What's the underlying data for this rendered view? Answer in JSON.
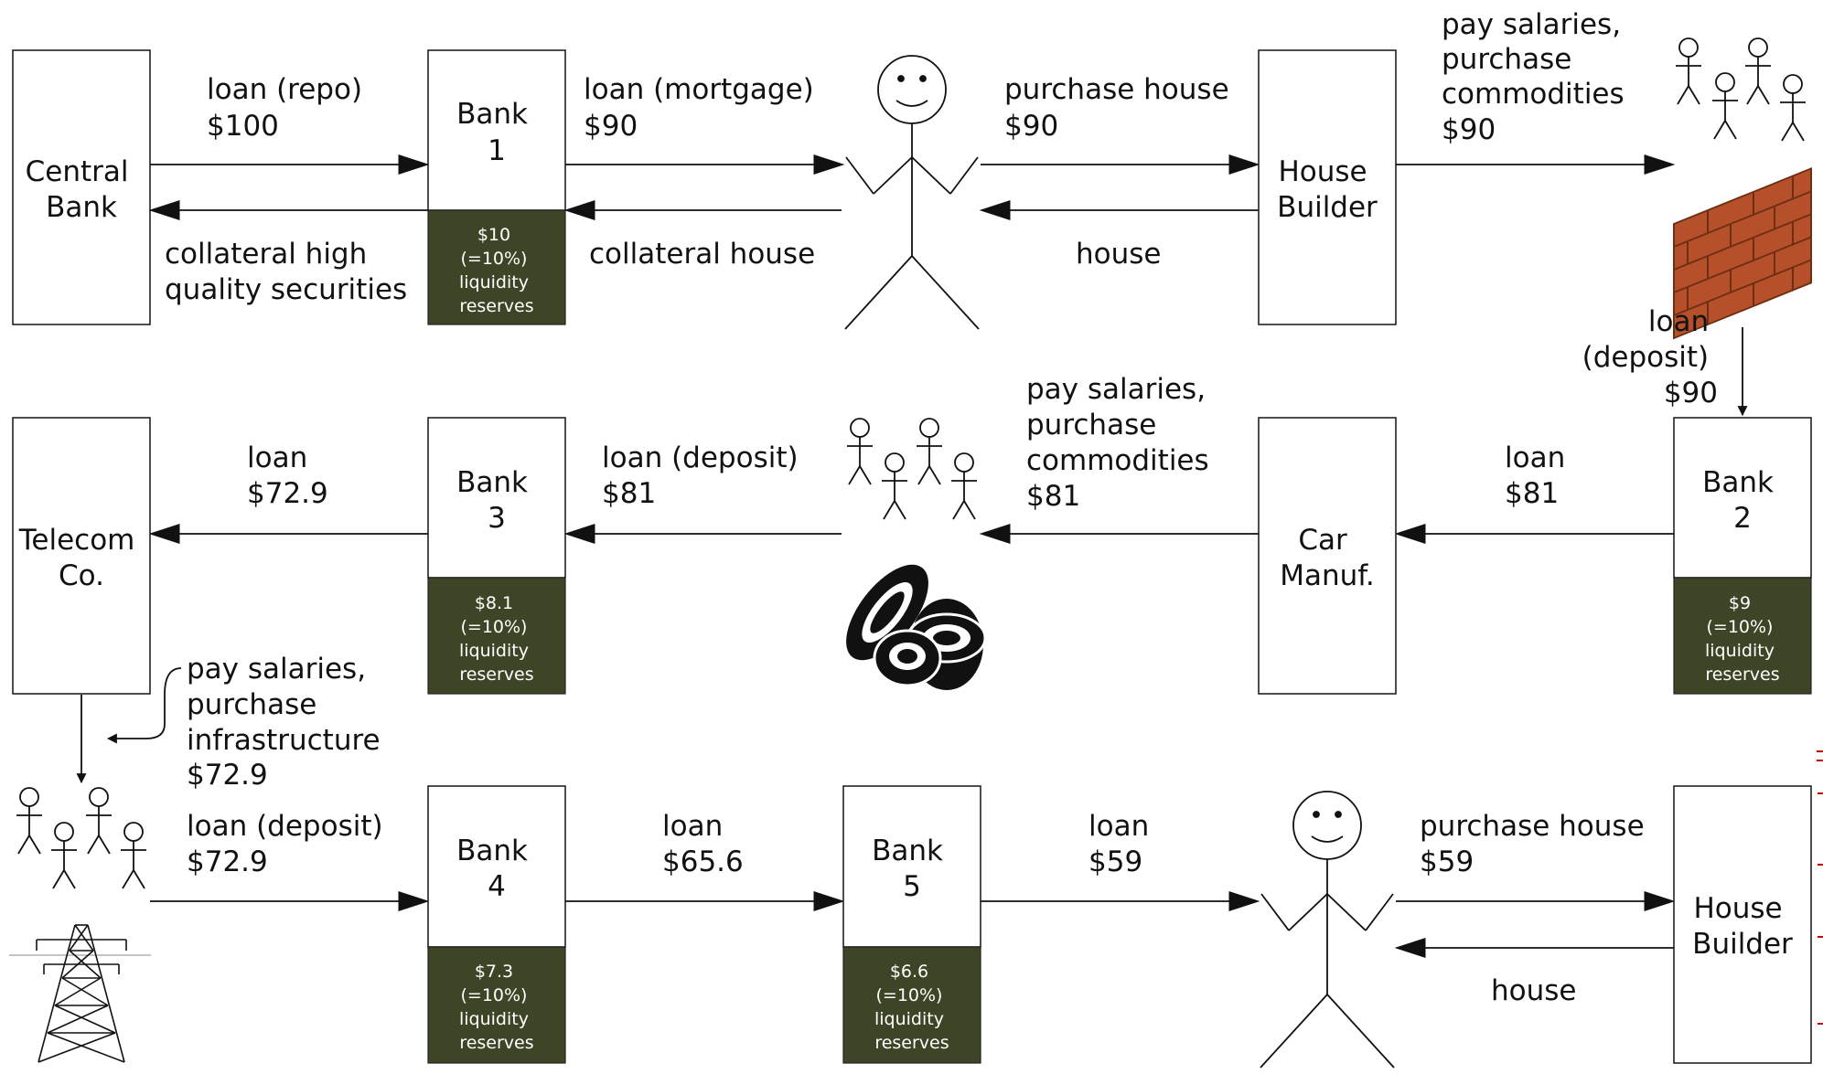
{
  "colors": {
    "reserve_fill": "#3d4526",
    "arrow": "#111111",
    "brick": "#b5502a",
    "mortar": "#6e2e14",
    "tyre": "#111111",
    "margin_mark": "#cc0000"
  },
  "icons": {
    "stick_figure": "person-icon",
    "workers_group": "workers-group-icon",
    "brick_wall": "brick-wall-icon",
    "tyres": "tyres-icon",
    "power_pylon": "power-pylon-icon"
  },
  "nodes": {
    "central_bank": [
      "Central",
      "Bank"
    ],
    "bank1": [
      "Bank",
      "1"
    ],
    "house_builder_1": [
      "House",
      "Builder"
    ],
    "bank2": [
      "Bank",
      "2"
    ],
    "car_manuf": [
      "Car",
      "Manuf."
    ],
    "bank3": [
      "Bank",
      "3"
    ],
    "telecom": [
      "Telecom",
      "Co."
    ],
    "bank4": [
      "Bank",
      "4"
    ],
    "bank5": [
      "Bank",
      "5"
    ],
    "house_builder_2": [
      "House",
      "Builder"
    ]
  },
  "reserves": {
    "bank1": [
      "$10",
      "(=10%)",
      "liquidity",
      "reserves"
    ],
    "bank2": [
      "$9",
      "(=10%)",
      "liquidity",
      "reserves"
    ],
    "bank3": [
      "$8.1",
      "(=10%)",
      "liquidity",
      "reserves"
    ],
    "bank4": [
      "$7.3",
      "(=10%)",
      "liquidity",
      "reserves"
    ],
    "bank5": [
      "$6.6",
      "(=10%)",
      "liquidity",
      "reserves"
    ]
  },
  "flows": {
    "cb_to_bank1": [
      "loan (repo)",
      "$100"
    ],
    "bank1_to_cb": [
      "collateral high",
      "quality securities"
    ],
    "bank1_to_person": [
      "loan (mortgage)",
      "$90"
    ],
    "person_to_bank1": [
      "collateral house"
    ],
    "person_to_builder": [
      "purchase house",
      "$90"
    ],
    "builder_to_person": [
      "house"
    ],
    "builder_to_workers": [
      "pay salaries,",
      "purchase",
      "commodities",
      "$90"
    ],
    "workers_to_bank2": [
      "loan",
      "(deposit)",
      "$90"
    ],
    "bank2_to_car": [
      "loan",
      "$81"
    ],
    "car_to_workers": [
      "pay salaries,",
      "purchase",
      "commodities",
      "$81"
    ],
    "workers_to_bank3": [
      "loan (deposit)",
      "$81"
    ],
    "bank3_to_telecom": [
      "loan",
      "$72.9"
    ],
    "telecom_to_workers": [
      "pay salaries,",
      "purchase",
      "infrastructure",
      "$72.9"
    ],
    "workers_to_bank4": [
      "loan (deposit)",
      "$72.9"
    ],
    "bank4_to_bank5": [
      "loan",
      "$65.6"
    ],
    "bank5_to_person": [
      "loan",
      "$59"
    ],
    "person_to_builder2": [
      "purchase house",
      "$59"
    ],
    "builder2_to_person": [
      "house"
    ]
  }
}
